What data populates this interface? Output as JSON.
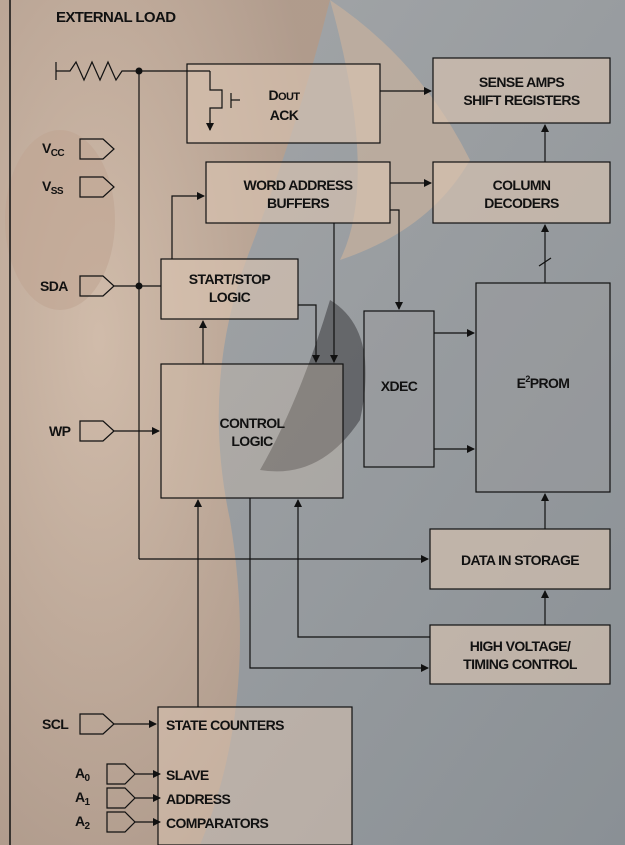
{
  "title": "EXTERNAL LOAD",
  "pins": {
    "vcc": {
      "main": "V",
      "sub": "CC"
    },
    "vss": {
      "main": "V",
      "sub": "SS"
    },
    "sda": "SDA",
    "wp": "WP",
    "scl": "SCL",
    "a0": {
      "main": "A",
      "sub": "0"
    },
    "a1": {
      "main": "A",
      "sub": "1"
    },
    "a2": {
      "main": "A",
      "sub": "2"
    }
  },
  "blocks": {
    "dout": {
      "d": "D",
      "out": "OUT",
      "ack": "ACK"
    },
    "sense": {
      "line1": "SENSE AMPS",
      "line2": "SHIFT REGISTERS"
    },
    "word": {
      "line1": "WORD ADDRESS",
      "line2": "BUFFERS"
    },
    "column": {
      "line1": "COLUMN",
      "line2": "DECODERS"
    },
    "startstop": {
      "line1": "START/STOP",
      "line2": "LOGIC"
    },
    "xdec": "XDEC",
    "eprom": {
      "pre": "E",
      "sup": "2",
      "post": "PROM"
    },
    "control": {
      "line1": "CONTROL",
      "line2": "LOGIC"
    },
    "datain": "DATA IN STORAGE",
    "hv": {
      "line1": "HIGH VOLTAGE/",
      "line2": "TIMING CONTROL"
    },
    "state": "STATE COUNTERS",
    "slave": {
      "line1": "SLAVE",
      "line2": "ADDRESS",
      "line3": "COMPARATORS"
    }
  },
  "colors": {
    "block_fill": "#d8c3b0",
    "line": "#111111"
  }
}
